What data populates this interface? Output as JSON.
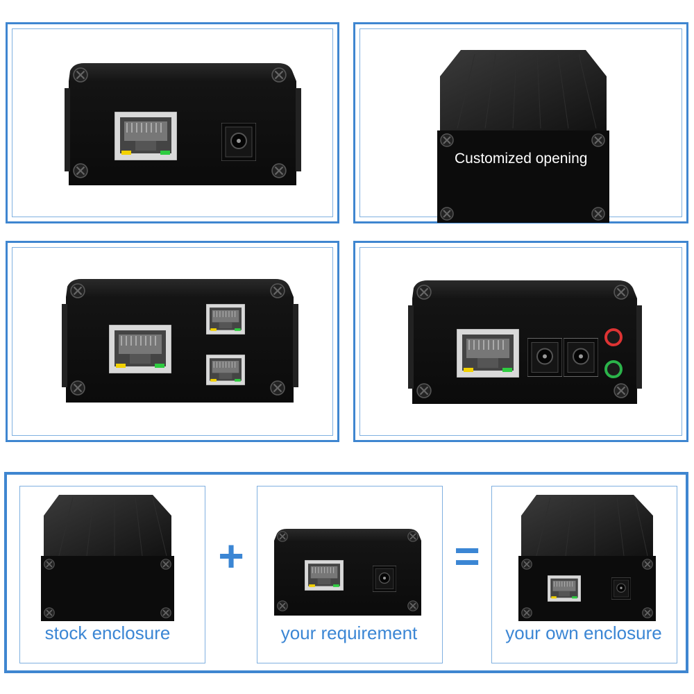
{
  "panels": {
    "top_left": {
      "device": "enclosure-rj45-dc-front"
    },
    "top_right": {
      "device": "enclosure-customized-opening",
      "overlay_text": "Customized opening"
    },
    "mid_left": {
      "device": "enclosure-three-rj45-front"
    },
    "mid_right": {
      "device": "enclosure-rj45-dc-audio-front"
    }
  },
  "equation": {
    "stock_caption": "stock enclosure",
    "requirement_caption": "your requirement",
    "own_caption": "your own enclosure",
    "plus": "+",
    "equals": "="
  },
  "colors": {
    "accent": "#3f86d0",
    "text_blue": "#3b86d4",
    "enclosure": "#111111"
  }
}
